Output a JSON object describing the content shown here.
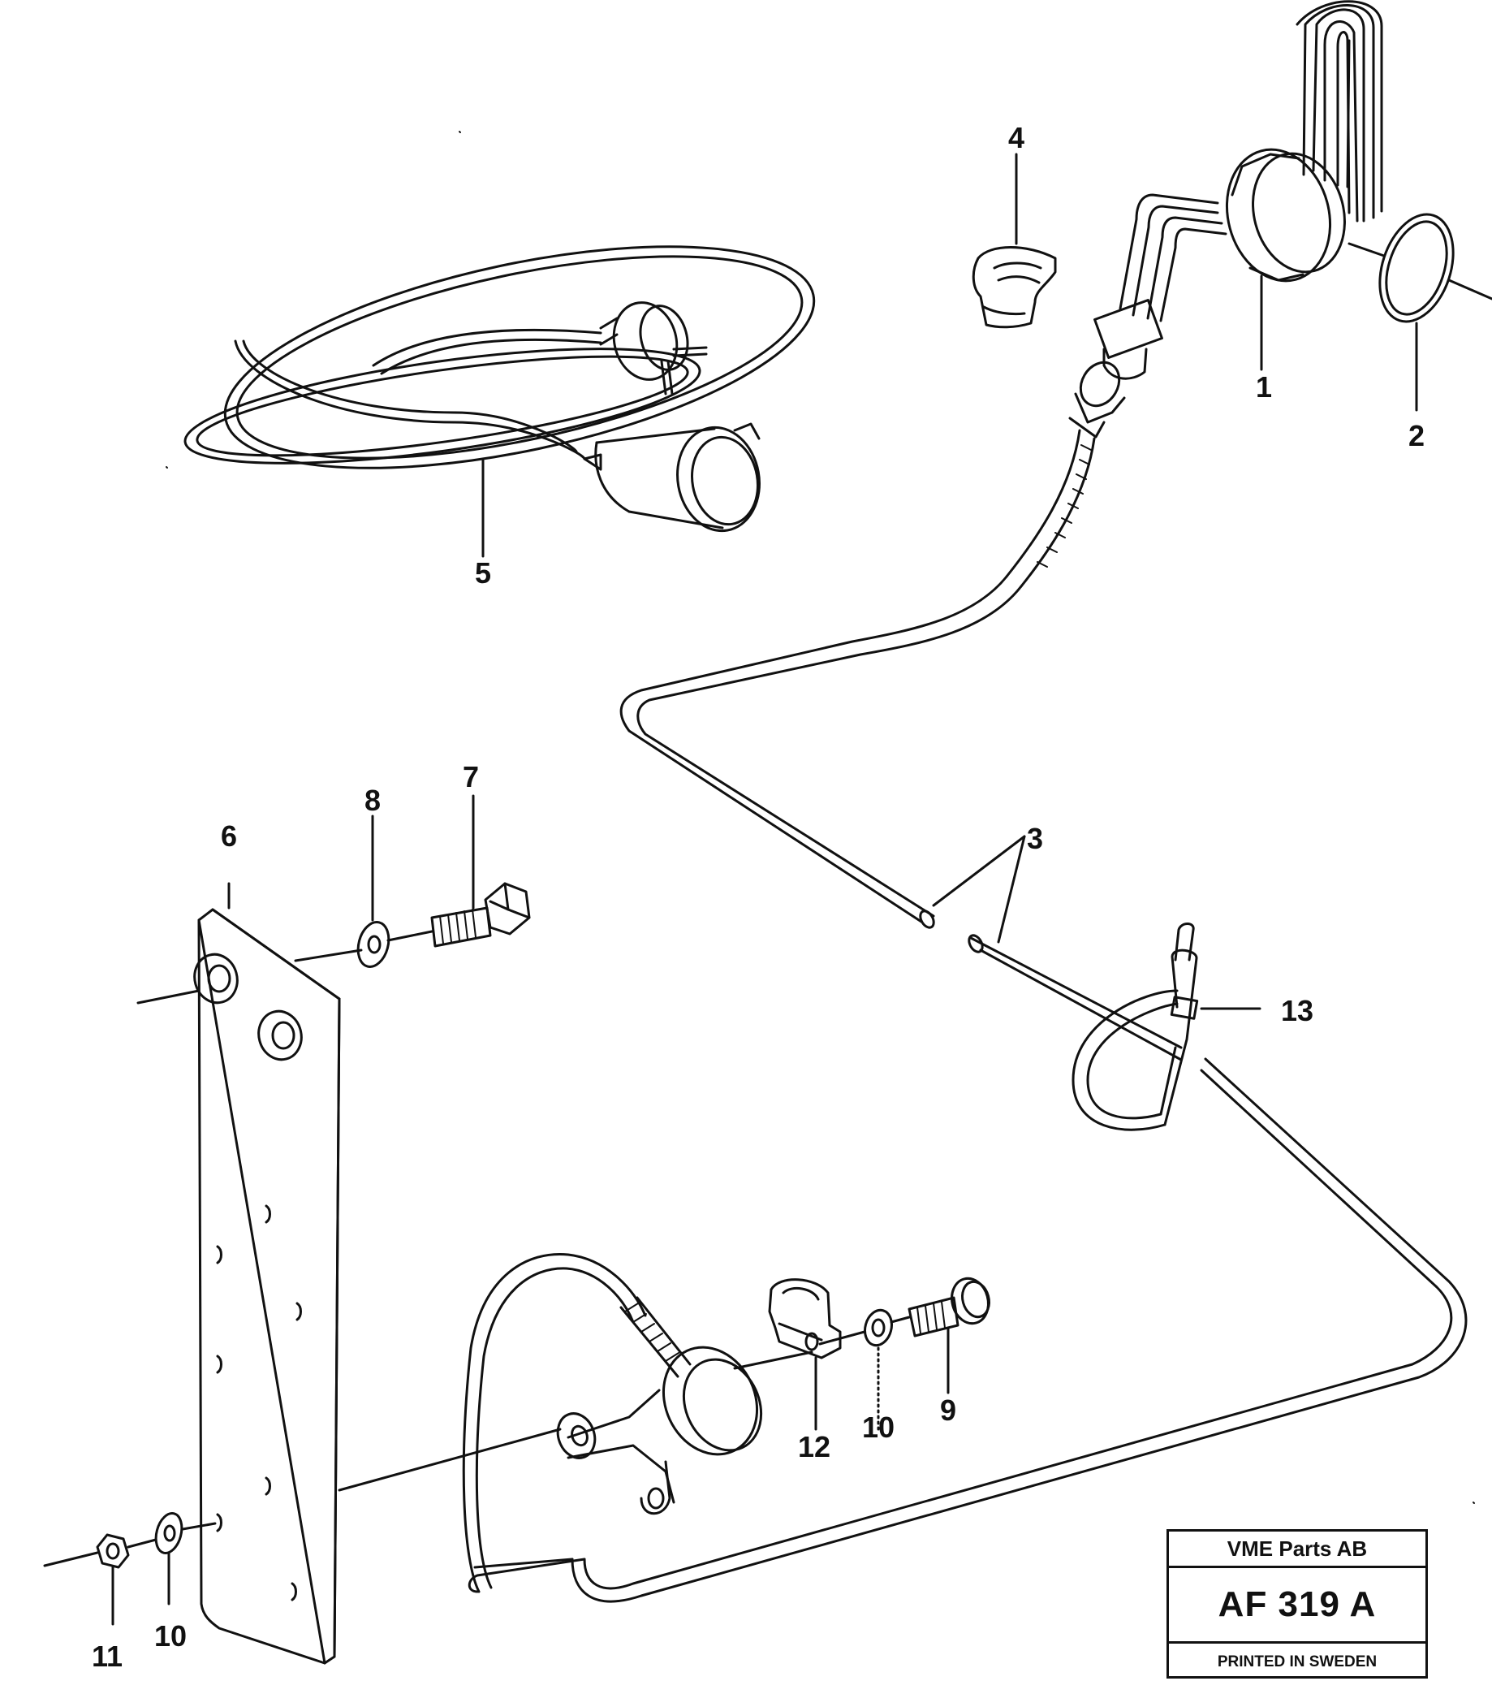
{
  "callouts": [
    {
      "id": "1",
      "text": "1"
    },
    {
      "id": "2",
      "text": "2"
    },
    {
      "id": "3",
      "text": "3"
    },
    {
      "id": "4",
      "text": "4"
    },
    {
      "id": "5",
      "text": "5"
    },
    {
      "id": "6",
      "text": "6"
    },
    {
      "id": "7",
      "text": "7"
    },
    {
      "id": "8",
      "text": "8"
    },
    {
      "id": "9",
      "text": "9"
    },
    {
      "id": "10a",
      "text": "10"
    },
    {
      "id": "10b",
      "text": "10"
    },
    {
      "id": "11",
      "text": "11"
    },
    {
      "id": "12",
      "text": "12"
    },
    {
      "id": "13",
      "text": "13"
    }
  ],
  "title_block": {
    "company": "VME Parts AB",
    "drawing_number": "AF 319 A",
    "printed": "PRINTED IN SWEDEN"
  },
  "colors": {
    "line": "#111111",
    "background": "#ffffff"
  }
}
